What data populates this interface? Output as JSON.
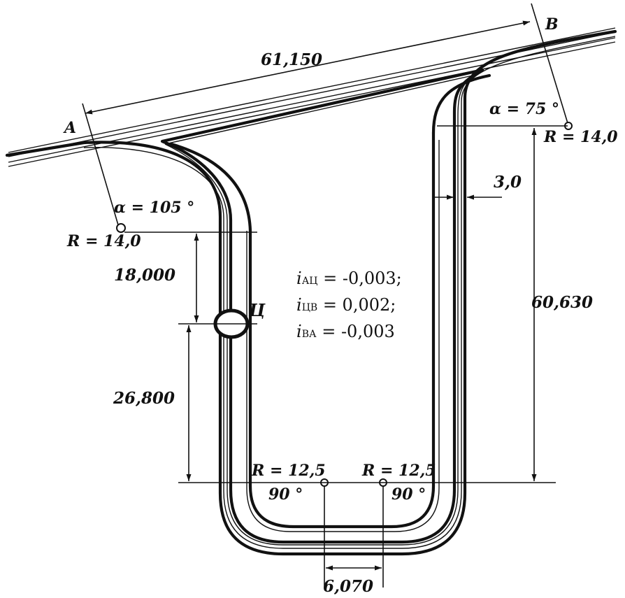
{
  "points": {
    "a": "A",
    "b": "B",
    "c": "Ц"
  },
  "dimensions": {
    "ab": "61,150",
    "upper_left": "18,000",
    "lower_left": "26,800",
    "right_height": "60,630",
    "gauge": "3,0",
    "bottom_width": "6,070"
  },
  "curves": {
    "alpha_a": "α = 105 °",
    "radius_a": "R = 14,0",
    "alpha_b": "α = 75 °",
    "radius_b": "R = 14,0",
    "radius_bl": "R = 12,5",
    "angle_bl": "90 °",
    "radius_br": "R = 12,5",
    "angle_br": "90 °"
  },
  "gradients": [
    {
      "symbol": "i",
      "sub": "АЦ",
      "value": " = -0,003;"
    },
    {
      "symbol": "i",
      "sub": "ЦВ",
      "value": " = 0,002;"
    },
    {
      "symbol": "i",
      "sub": "ВА",
      "value": " = -0,003"
    }
  ]
}
